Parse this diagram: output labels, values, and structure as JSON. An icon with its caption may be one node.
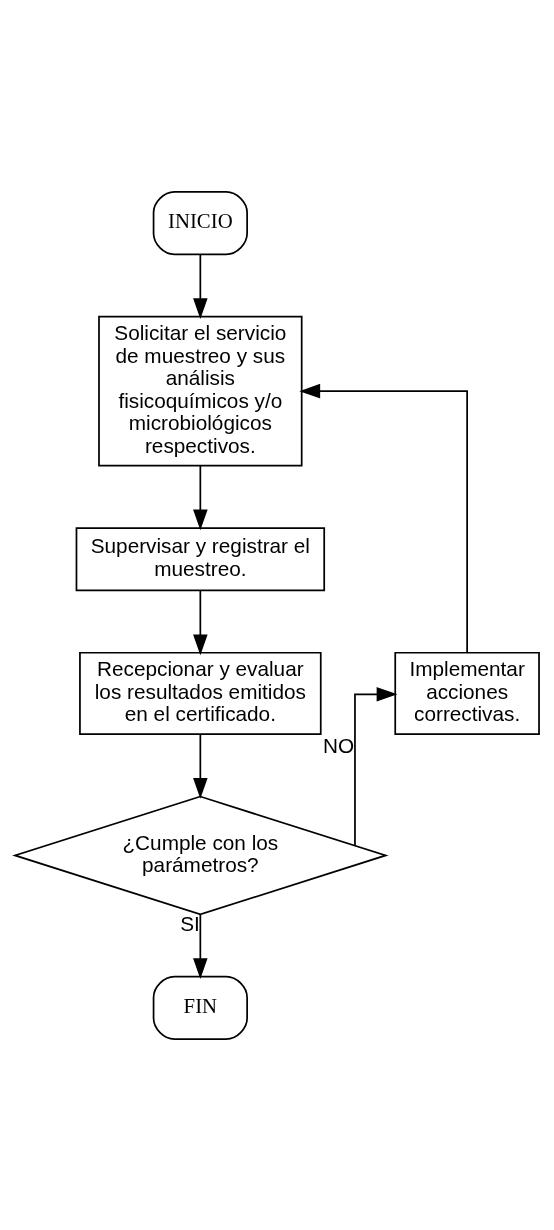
{
  "diagram": {
    "nodes": [
      {
        "text": [
          "INICIO"
        ]
      },
      {
        "text": [
          "Solicitar el servicio de muestreo y sus análisis fisicoquímicos y/o microbiológicos respectivos."
        ]
      },
      {
        "text": [
          "Supervisar y registrar el muestreo."
        ]
      },
      {
        "text": [
          "Recepcionar y evaluar los resultados emitidos en el certificado."
        ]
      },
      {
        "text": [
          "Implementar acciones correctivas."
        ]
      },
      {
        "text": [
          "¿Cumple con los parámetros?"
        ]
      },
      {
        "text": [
          "FIN"
        ]
      }
    ],
    "edges": [
      {
        "from": 0,
        "to": 1,
        "arrow": "to"
      },
      {
        "from": 1,
        "to": 2,
        "arrow": "to"
      },
      {
        "from": 2,
        "to": 3,
        "arrow": "to"
      },
      {
        "from": 3,
        "to": 5,
        "arrow": "to"
      },
      {
        "from": 5,
        "to": 4,
        "arrow": "to",
        "label": "NO"
      },
      {
        "from": 4,
        "to": 1,
        "arrow": "to"
      },
      {
        "from": 5,
        "to": 6,
        "arrow": "to",
        "label": "SI"
      }
    ]
  }
}
